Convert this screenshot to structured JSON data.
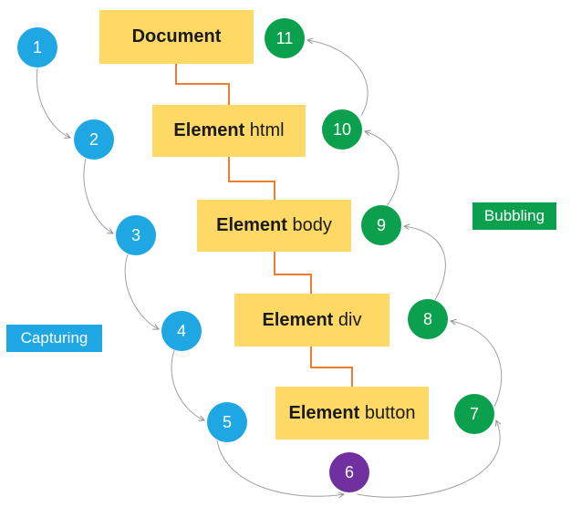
{
  "diagram": {
    "subject": "DOM event propagation: capturing and bubbling phases"
  },
  "phase_labels": {
    "capturing": "Capturing",
    "bubbling": "Bubbling"
  },
  "nodes": [
    {
      "bold": "Document",
      "tag": ""
    },
    {
      "bold": "Element",
      "tag": " html"
    },
    {
      "bold": "Element",
      "tag": " body"
    },
    {
      "bold": "Element",
      "tag": " div"
    },
    {
      "bold": "Element",
      "tag": " button"
    }
  ],
  "steps": [
    {
      "number": "1",
      "phase": "capturing"
    },
    {
      "number": "2",
      "phase": "capturing"
    },
    {
      "number": "3",
      "phase": "capturing"
    },
    {
      "number": "4",
      "phase": "capturing"
    },
    {
      "number": "5",
      "phase": "capturing"
    },
    {
      "number": "6",
      "phase": "target"
    },
    {
      "number": "7",
      "phase": "bubbling"
    },
    {
      "number": "8",
      "phase": "bubbling"
    },
    {
      "number": "9",
      "phase": "bubbling"
    },
    {
      "number": "10",
      "phase": "bubbling"
    },
    {
      "number": "11",
      "phase": "bubbling"
    }
  ],
  "colors": {
    "capturing_blue": "#1FA7E4",
    "bubbling_green": "#0BA04D",
    "target_purple": "#7030A0",
    "node_yellow": "#FFD966",
    "connector_orange": "#ED7D31",
    "arrow_gray": "#A0A0A0",
    "node_text": "#1A1A1A",
    "label_text": "#FFFFFF"
  }
}
